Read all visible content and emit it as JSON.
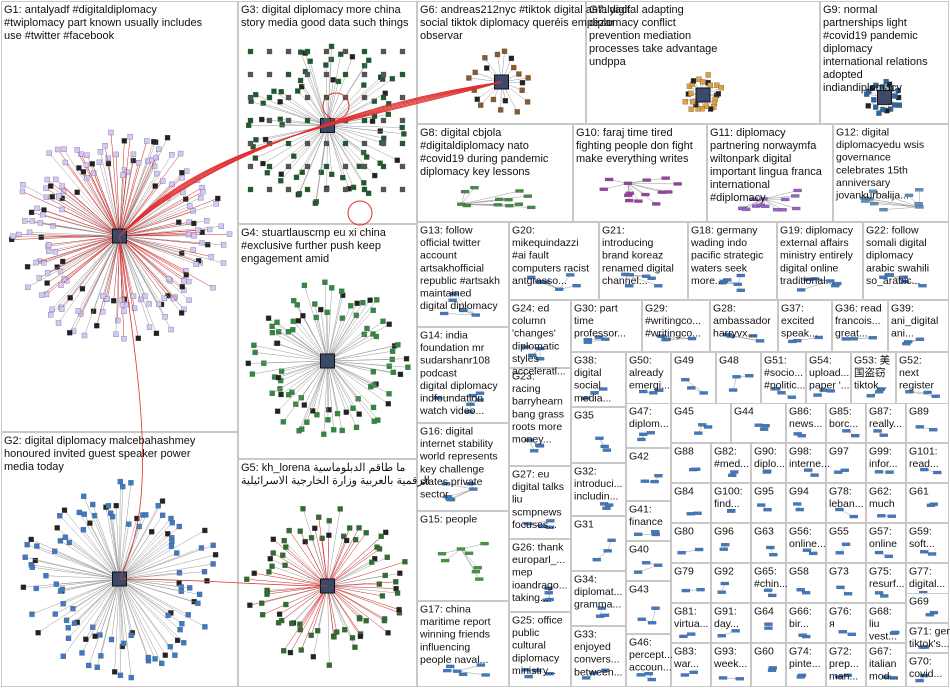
{
  "groups": [
    {
      "id": "G1",
      "text": "G1: antalyadf #digitaldiplomacy\n#twiplomacy part known usually includes\nuse #twitter #facebook",
      "nodes": 180,
      "color": "#d4c6ff"
    },
    {
      "id": "G2",
      "text": "G2: digital diplomacy malcebahashmey\nhonoured invited guest speaker power\nmedia today",
      "nodes": 110,
      "color": "#3a7ac9"
    },
    {
      "id": "G3",
      "text": "G3: digital diplomacy more china\nstory media good data such things",
      "nodes": 70,
      "color": "#1c5c2a"
    },
    {
      "id": "G4",
      "text": "G4: stuartlauscmp eu xi china\n#exclusive further push keep\nengagement amid",
      "nodes": 90,
      "color": "#2e8b3e"
    },
    {
      "id": "G5",
      "text": "G5: kh_lorena ما طاقم الدبلوماسية\nالرقمية بالعربية وزارة الخارجية الاسرائيلية",
      "nodes": 80,
      "color": "#2d6e2d"
    },
    {
      "id": "G6",
      "text": "G6: andreas212nyc #tiktok digital antalyadf\nsocial tiktok diplomacy queréis empezar\nobservar",
      "nodes": 20,
      "color": "#8a5a2a"
    },
    {
      "id": "G7",
      "text": "G7: digital adapting\ndiplomacy conflict\nprevention mediation\nprocesses take advantage\nundppa",
      "nodes": 25,
      "color": "#e2a13a"
    },
    {
      "id": "G8",
      "text": "G8: digital cbjola\n#digitaldiplomacy nato\n#covid19 during pandemic\ndiplomacy key lessons",
      "nodes": 12,
      "color": "#3f8d3f"
    },
    {
      "id": "G9",
      "text": "G9: normal\npartnerships light\n#covid19 pandemic\ndiplomacy\ninternational relations\nadopted\nindiandiplomacy",
      "nodes": 20,
      "color": "#2a66a5"
    },
    {
      "id": "G10",
      "text": "G10: faraj time tired\nfighting people don fight\nmake everything writes",
      "nodes": 14,
      "color": "#9c3fa1"
    },
    {
      "id": "G11",
      "text": "G11: diplomacy\npartnering norwaymfa\nwiltonpark digital\nimportant lingua franca\ninternational\n#diplomacy",
      "nodes": 14,
      "color": "#9a60d0"
    },
    {
      "id": "G12",
      "text": "G12: digital\ndiplomacyedu wsis\ngovernance\ncelebrates 15th\nanniversary\njovankurbalija...",
      "nodes": 10,
      "color": "#5a8fc4"
    },
    {
      "id": "G13",
      "text": "G13: follow\nofficial twitter\naccount\nartsakhofficial\nrepublic #artsakh\nmaintained\ndigital diplomacy",
      "nodes": 6,
      "color": "#3a7ac9"
    },
    {
      "id": "G14",
      "text": "G14: india\nfoundation mr\nsudarshanr108\npodcast\ndigital diplomacy\nindfoundation\nwatch video...",
      "nodes": 6,
      "color": "#3a7ac9"
    },
    {
      "id": "G16",
      "text": "G16: digital\ninternet stability\nworld represents\nkey challenge\nstates private\nsector",
      "nodes": 6,
      "color": "#3a7ac9"
    },
    {
      "id": "G15",
      "text": "G15: people",
      "nodes": 8,
      "color": "#3a9a3a"
    },
    {
      "id": "G17",
      "text": "G17: china\nmaritime report\nwinning friends\ninfluencing\npeople naval...",
      "nodes": 6,
      "color": "#3a7ac9"
    },
    {
      "id": "G20",
      "text": "G20:\nmikequindazzi\n#ai fault\ncomputers racist\nantgrasso...",
      "nodes": 6,
      "color": "#3a7ac9"
    },
    {
      "id": "G21",
      "text": "G21:\nintroducing\nbrand koreaz\nrenamed digital\nchannel...",
      "nodes": 6,
      "color": "#3a7ac9"
    },
    {
      "id": "G18",
      "text": "G18: germany\nwading indo\npacific strategic\nwaters seek\nmore...",
      "nodes": 6,
      "color": "#3a7ac9"
    },
    {
      "id": "G19",
      "text": "G19: diplomacy\nexternal affairs\nministry entirely\ndigital online\ntraditional...",
      "nodes": 6,
      "color": "#3a7ac9"
    },
    {
      "id": "G22",
      "text": "G22: follow\nsomali digital\ndiplomacy\narabic swahili\nso_arabic...",
      "nodes": 6,
      "color": "#3a7ac9"
    },
    {
      "id": "G24",
      "text": "G24: ed\ncolumn\n'changes'\ndiplomatic\nstyles\nacceleratl...",
      "nodes": 4,
      "color": "#3a7ac9"
    },
    {
      "id": "G23",
      "text": "G23:\nracing\nbarryhearn\nbang grass\nroots more\nmoney...",
      "nodes": 4,
      "color": "#3a7ac9"
    },
    {
      "id": "G27",
      "text": "G27: eu\ndigital talks\nliu\nscmpnews\nfocuses...",
      "nodes": 4,
      "color": "#3a7ac9"
    },
    {
      "id": "G26",
      "text": "G26: thank\neuroparl_...\nmep\nioandrago...\ntaking...",
      "nodes": 4,
      "color": "#3a7ac9"
    },
    {
      "id": "G25",
      "text": "G25: office\npublic\ncultural\ndiplomacy\nministry...",
      "nodes": 4,
      "color": "#3a7ac9"
    },
    {
      "id": "G30",
      "text": "G30: part\ntime\nprofessor...",
      "nodes": 4,
      "color": "#3a7ac9"
    },
    {
      "id": "G29",
      "text": "G29:\n#writingco...\n#writingco...",
      "nodes": 4,
      "color": "#3a7ac9"
    },
    {
      "id": "G28",
      "text": "G28:\nambassador\nharryvx...",
      "nodes": 4,
      "color": "#3a7ac9"
    },
    {
      "id": "G37",
      "text": "G37:\nexcited\nspeak...",
      "nodes": 3,
      "color": "#3a7ac9"
    },
    {
      "id": "G36",
      "text": "G36: read\nfrancois...\ngreat...",
      "nodes": 3,
      "color": "#3a7ac9"
    },
    {
      "id": "G39",
      "text": "G39:\nani_digital\nani...",
      "nodes": 3,
      "color": "#3a7ac9"
    },
    {
      "id": "G38",
      "text": "G38:\ndigital\nsocial\nmedia...",
      "nodes": 3,
      "color": "#3a7ac9"
    },
    {
      "id": "G50",
      "text": "G50:\nalready\nemergi...",
      "nodes": 3,
      "color": "#3a7ac9"
    },
    {
      "id": "G49",
      "text": "G49",
      "nodes": 3,
      "color": "#3a7ac9"
    },
    {
      "id": "G48",
      "text": "G48",
      "nodes": 3,
      "color": "#3a7ac9"
    },
    {
      "id": "G51",
      "text": "G51:\n#socio...\n#politic...",
      "nodes": 3,
      "color": "#3a7ac9"
    },
    {
      "id": "G54",
      "text": "G54:\nupload...\npaper '...",
      "nodes": 3,
      "color": "#3a7ac9"
    },
    {
      "id": "G53",
      "text": "G53: 美\n国盗窃\ntiktok...",
      "nodes": 3,
      "color": "#3a7ac9"
    },
    {
      "id": "G52",
      "text": "G52:\nnext\nregister",
      "nodes": 3,
      "color": "#3a7ac9"
    },
    {
      "id": "G35",
      "text": "G35",
      "nodes": 3,
      "color": "#3a7ac9"
    },
    {
      "id": "G47",
      "text": "G47:\ndiplom...",
      "nodes": 3,
      "color": "#3a7ac9"
    },
    {
      "id": "G45",
      "text": "G45",
      "nodes": 3,
      "color": "#3a7ac9"
    },
    {
      "id": "G44",
      "text": "G44",
      "nodes": 3,
      "color": "#3a7ac9"
    },
    {
      "id": "G86",
      "text": "G86:\nnews...",
      "nodes": 2,
      "color": "#3a7ac9"
    },
    {
      "id": "G85",
      "text": "G85:\nborc...",
      "nodes": 2,
      "color": "#3a7ac9"
    },
    {
      "id": "G87",
      "text": "G87:\nreally...",
      "nodes": 2,
      "color": "#3a7ac9"
    },
    {
      "id": "G89",
      "text": "G89",
      "nodes": 2,
      "color": "#3a7ac9"
    },
    {
      "id": "G32",
      "text": "G32:\nintroduci...\nincludin...",
      "nodes": 3,
      "color": "#3a7ac9"
    },
    {
      "id": "G42",
      "text": "G42",
      "nodes": 3,
      "color": "#3a7ac9"
    },
    {
      "id": "G88",
      "text": "G88",
      "nodes": 2,
      "color": "#3a7ac9"
    },
    {
      "id": "G82",
      "text": "G82:\n#med...",
      "nodes": 2,
      "color": "#3a7ac9"
    },
    {
      "id": "G90",
      "text": "G90:\ndiplo...",
      "nodes": 2,
      "color": "#3a7ac9"
    },
    {
      "id": "G98",
      "text": "G98:\ninterne...",
      "nodes": 2,
      "color": "#3a7ac9"
    },
    {
      "id": "G97",
      "text": "G97",
      "nodes": 2,
      "color": "#3a7ac9"
    },
    {
      "id": "G99",
      "text": "G99:\ninfor...",
      "nodes": 2,
      "color": "#3a7ac9"
    },
    {
      "id": "G101",
      "text": "G101:\nread...",
      "nodes": 2,
      "color": "#3a7ac9"
    },
    {
      "id": "G41",
      "text": "G41:\nfinance",
      "nodes": 3,
      "color": "#3a7ac9"
    },
    {
      "id": "G84",
      "text": "G84",
      "nodes": 2,
      "color": "#3a7ac9"
    },
    {
      "id": "G100",
      "text": "G100:\nfind...",
      "nodes": 2,
      "color": "#3a7ac9"
    },
    {
      "id": "G95",
      "text": "G95",
      "nodes": 2,
      "color": "#3a7ac9"
    },
    {
      "id": "G94",
      "text": "G94",
      "nodes": 2,
      "color": "#3a7ac9"
    },
    {
      "id": "G78",
      "text": "G78:\nleban...",
      "nodes": 2,
      "color": "#3a7ac9"
    },
    {
      "id": "G62",
      "text": "G62:\nmuch",
      "nodes": 2,
      "color": "#3a7ac9"
    },
    {
      "id": "G61",
      "text": "G61",
      "nodes": 2,
      "color": "#3a7ac9"
    },
    {
      "id": "G31",
      "text": "G31",
      "nodes": 3,
      "color": "#3a7ac9"
    },
    {
      "id": "G40",
      "text": "G40",
      "nodes": 3,
      "color": "#3a7ac9"
    },
    {
      "id": "G80",
      "text": "G80",
      "nodes": 2,
      "color": "#3a7ac9"
    },
    {
      "id": "G96",
      "text": "G96",
      "nodes": 2,
      "color": "#3a7ac9"
    },
    {
      "id": "G63",
      "text": "G63",
      "nodes": 2,
      "color": "#3a7ac9"
    },
    {
      "id": "G56",
      "text": "G56:\nonline...",
      "nodes": 2,
      "color": "#3a7ac9"
    },
    {
      "id": "G55",
      "text": "G55",
      "nodes": 2,
      "color": "#3a7ac9"
    },
    {
      "id": "G57",
      "text": "G57:\nonline",
      "nodes": 2,
      "color": "#3a7ac9"
    },
    {
      "id": "G59",
      "text": "G59:\nsoft...",
      "nodes": 2,
      "color": "#3a7ac9"
    },
    {
      "id": "G34",
      "text": "G34:\ndiplomat...\ngramma...",
      "nodes": 3,
      "color": "#3a7ac9"
    },
    {
      "id": "G79",
      "text": "G79",
      "nodes": 2,
      "color": "#3a7ac9"
    },
    {
      "id": "G92",
      "text": "G92",
      "nodes": 2,
      "color": "#3a7ac9"
    },
    {
      "id": "G65",
      "text": "G65:\n#chin...",
      "nodes": 2,
      "color": "#3a7ac9"
    },
    {
      "id": "G58",
      "text": "G58",
      "nodes": 2,
      "color": "#3a7ac9"
    },
    {
      "id": "G73",
      "text": "G73",
      "nodes": 2,
      "color": "#3a7ac9"
    },
    {
      "id": "G75",
      "text": "G75:\nresurf...",
      "nodes": 2,
      "color": "#3a7ac9"
    },
    {
      "id": "G77",
      "text": "G77:\ndigital...",
      "nodes": 2,
      "color": "#3a7ac9"
    },
    {
      "id": "G43",
      "text": "G43",
      "nodes": 3,
      "color": "#3a7ac9"
    },
    {
      "id": "G81",
      "text": "G81:\nvirtua...",
      "nodes": 2,
      "color": "#3a7ac9"
    },
    {
      "id": "G91",
      "text": "G91:\nday...",
      "nodes": 2,
      "color": "#3a7ac9"
    },
    {
      "id": "G64",
      "text": "G64",
      "nodes": 2,
      "color": "#3a7ac9"
    },
    {
      "id": "G66",
      "text": "G66:\nbir...",
      "nodes": 2,
      "color": "#3a7ac9"
    },
    {
      "id": "G76",
      "text": "G76:\nя",
      "nodes": 2,
      "color": "#3a7ac9"
    },
    {
      "id": "G68",
      "text": "G68:\nliu\nvest...",
      "nodes": 2,
      "color": "#3a7ac9"
    },
    {
      "id": "G69",
      "text": "G69",
      "nodes": 2,
      "color": "#3a7ac9"
    },
    {
      "id": "G71",
      "text": "G71: gen\ntiktok's...",
      "nodes": 2,
      "color": "#3a7ac9"
    },
    {
      "id": "G33",
      "text": "G33:\nenjoyed\nconvers...\nbetween...",
      "nodes": 3,
      "color": "#3a7ac9"
    },
    {
      "id": "G46",
      "text": "G46:\npercept...\naccoun...",
      "nodes": 3,
      "color": "#3a7ac9"
    },
    {
      "id": "G83",
      "text": "G83:\nwar...",
      "nodes": 2,
      "color": "#3a7ac9"
    },
    {
      "id": "G93",
      "text": "G93:\nweek...",
      "nodes": 2,
      "color": "#3a7ac9"
    },
    {
      "id": "G60",
      "text": "G60",
      "nodes": 2,
      "color": "#3a7ac9"
    },
    {
      "id": "G74",
      "text": "G74:\npinte...",
      "nodes": 2,
      "color": "#3a7ac9"
    },
    {
      "id": "G72",
      "text": "G72:\nprep...\nman...",
      "nodes": 2,
      "color": "#3a7ac9"
    },
    {
      "id": "G67",
      "text": "G67:\nitalian\nmod...",
      "nodes": 2,
      "color": "#3a7ac9"
    },
    {
      "id": "G70",
      "text": "G70:\ncovid...",
      "nodes": 2,
      "color": "#3a7ac9"
    }
  ],
  "edge_colors": {
    "cross": "#e03030",
    "intra": "#9a9a9a",
    "hub_red": "#d02020"
  }
}
